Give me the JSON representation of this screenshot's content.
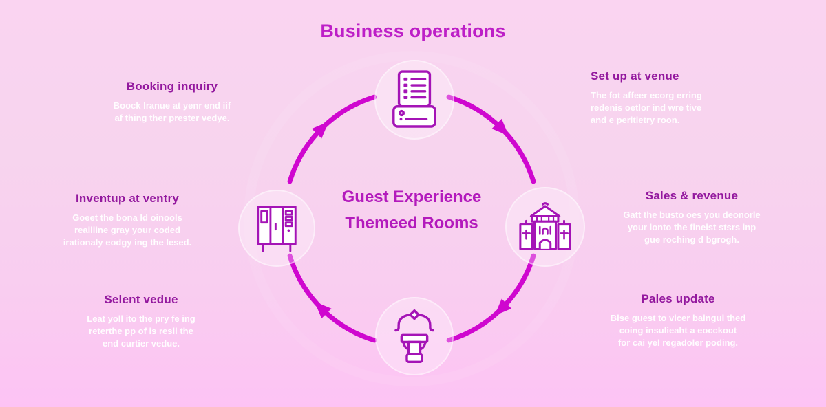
{
  "title": "Business operations",
  "center": {
    "line1": "Guest Experience",
    "line2": "Themeed Rooms"
  },
  "sections": [
    {
      "heading": "Booking inquiry",
      "body_lines": [
        "Boock lranue at yenr end iif",
        "af thing ther prester vedye."
      ]
    },
    {
      "heading": "Set up at venue",
      "body_lines": [
        "The fot affeer ecorg erring",
        "redenis oetlor ind wre tive",
        "and e peritietry roon."
      ]
    },
    {
      "heading": "Inventup at ventry",
      "body_lines": [
        "Goeet the bona ld oinools",
        "reailiine gray your coded",
        "irationaly eodgy ing the lesed."
      ]
    },
    {
      "heading": "Sales & revenue",
      "body_lines": [
        "Gatt the busto oes you deonorle",
        "your lonto the fineist stsrs inp",
        "gue roching d bgrogh."
      ]
    },
    {
      "heading": "Selent vedue",
      "body_lines": [
        "Leat yoll ito the pry fe ing",
        "reterthe pp of is resll the",
        "end curtier vedue."
      ]
    },
    {
      "heading": "Pales update",
      "body_lines": [
        "Blse guest to vicer baingui thed",
        "coing insulieaht a eocckout",
        "for cai yel regadoler poding."
      ]
    }
  ],
  "diagram": {
    "flow": "clockwise",
    "icons": [
      {
        "name": "printer-icon",
        "position": "top"
      },
      {
        "name": "cabinet-icon",
        "position": "left"
      },
      {
        "name": "venue-building-icon",
        "position": "right"
      },
      {
        "name": "podium-icon",
        "position": "bottom"
      }
    ],
    "colors": {
      "arrow": "#cf07cf",
      "icon_stroke": "#a414b6",
      "title": "#bd1fc7",
      "heading": "#93189e",
      "center_text": "#b31abc",
      "body_text": "#ffffff",
      "background": "#f9d0f0"
    }
  }
}
